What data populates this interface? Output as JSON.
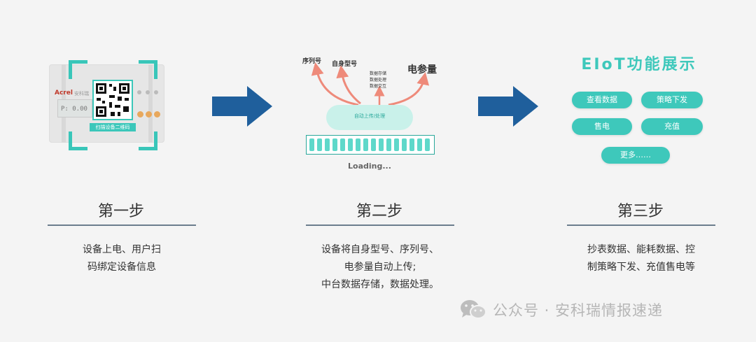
{
  "step1": {
    "title": "第一步",
    "desc_lines": [
      "设备上电、用户扫",
      "码绑定设备信息"
    ],
    "meter": {
      "brand": "Acrel",
      "brand_sub": "安科瑞",
      "display": "P: 0.00",
      "qr_caption": "扫描设备二维码"
    }
  },
  "step2": {
    "title": "第二步",
    "desc_lines": [
      "设备将自身型号、序列号、",
      "电参量自动上传;",
      "中台数据存储，数据处理。"
    ],
    "labels": {
      "serial": "序列号",
      "model": "自身型号",
      "storage": "数据存储",
      "processing": "数据处理",
      "exchange": "数据交互",
      "params": "电参量"
    },
    "cloud_text": "自动上传/处理",
    "loading": "Loading..."
  },
  "step3": {
    "title": "第三步",
    "desc_lines": [
      "抄表数据、能耗数据、控",
      "制策略下发、充值售电等"
    ],
    "eiot_title": "EIoT功能展示",
    "buttons": [
      "查看数据",
      "策略下发",
      "售电",
      "充值",
      "更多……"
    ]
  },
  "watermark": {
    "text": "公众号 · 安科瑞情报速递"
  },
  "colors": {
    "teal": "#3ec8bb",
    "arrow_blue": "#1f5f9c",
    "salmon": "#ee8a7a",
    "rule": "#6b7d8d"
  }
}
